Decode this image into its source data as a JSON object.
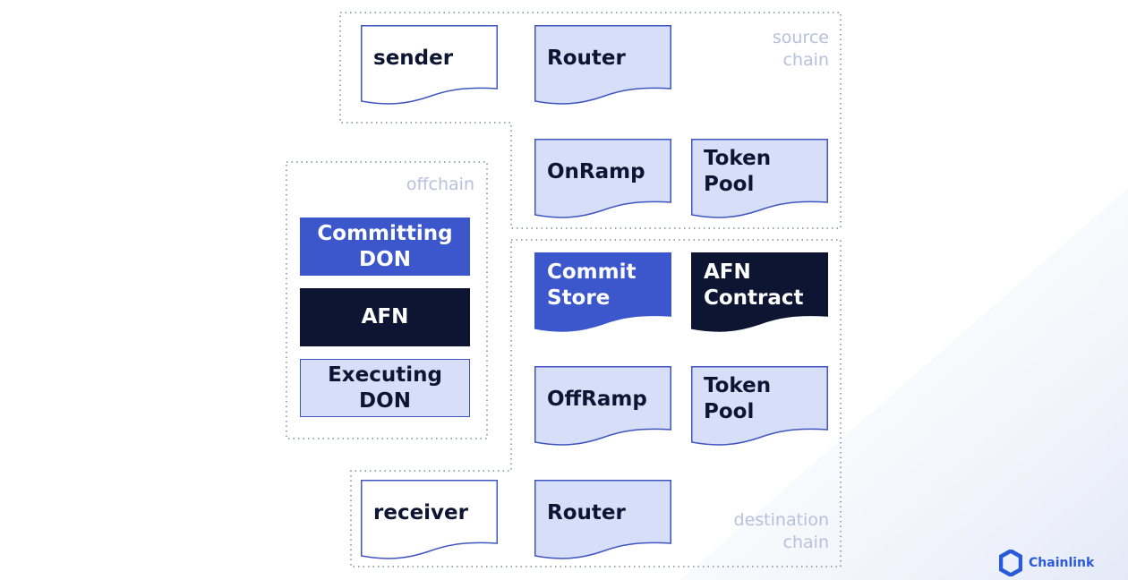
{
  "colors": {
    "dark": "#0d1532",
    "blue": "#3c56cc",
    "light": "#d6def8",
    "outline": "#3f55bf",
    "zone_border": "#7d8aa6",
    "zone_label": "#b7c0de",
    "brand": "#2a5ada"
  },
  "zones": {
    "source": {
      "label": "source\nchain"
    },
    "offchain": {
      "label": "offchain"
    },
    "destination": {
      "label": "destination\nchain"
    }
  },
  "source": {
    "sender": "sender",
    "router": "Router",
    "onramp": "OnRamp",
    "token_pool": "Token\nPool"
  },
  "offchain": {
    "committing_don": "Committing\nDON",
    "afn": "AFN",
    "executing_don": "Executing\nDON"
  },
  "destination": {
    "commit_store": "Commit\nStore",
    "afn_contract": "AFN\nContract",
    "offramp": "OffRamp",
    "token_pool": "Token\nPool",
    "receiver": "receiver",
    "router": "Router"
  },
  "brand": {
    "name": "Chainlink"
  }
}
